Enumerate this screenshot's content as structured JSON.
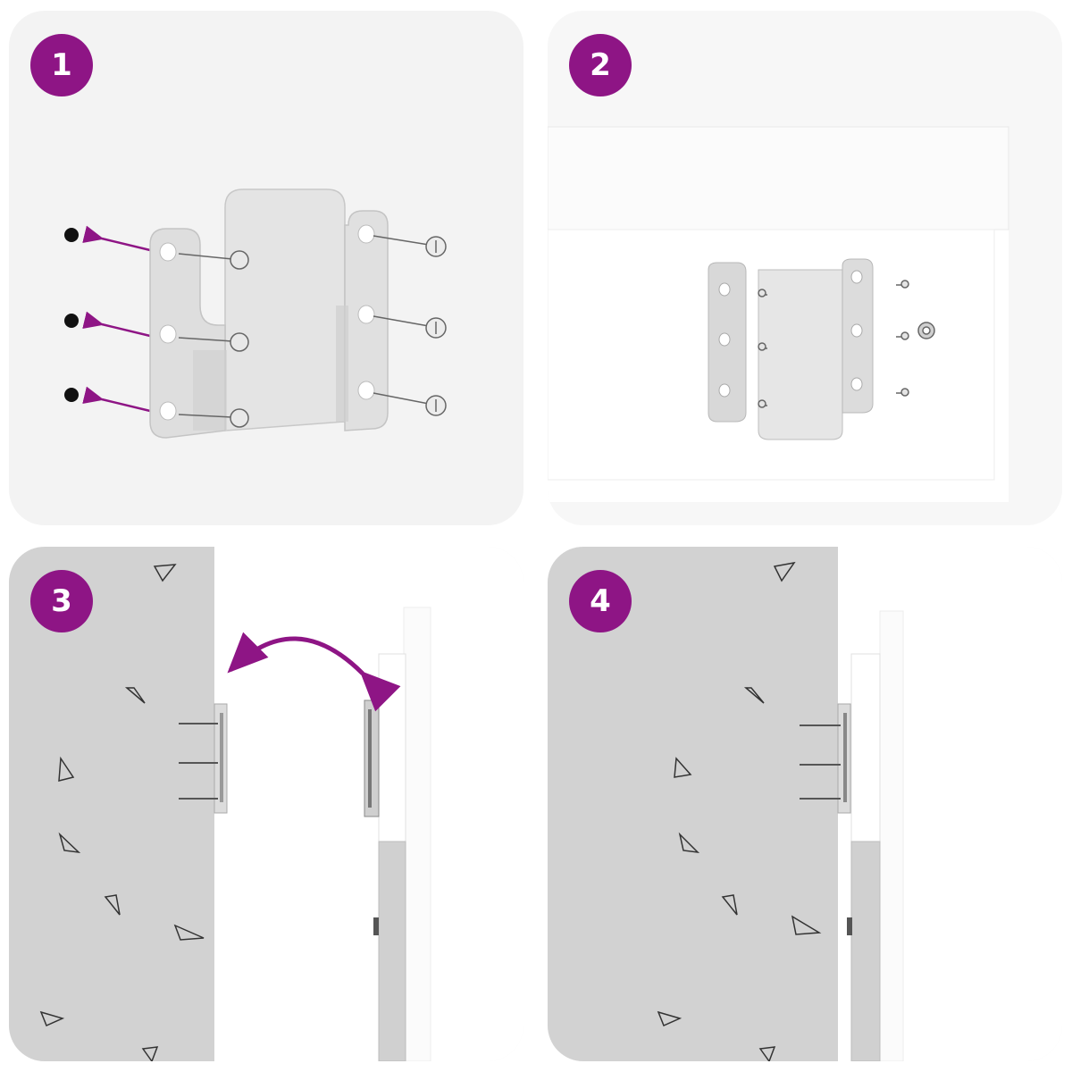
{
  "colors": {
    "accent": "#8e1585",
    "wall": "#d2d2d2",
    "board": "#ffffff",
    "metal": "#dcdcdc",
    "panel_bg": "#f3f3f3"
  },
  "icons": {
    "step_badge": "circle-badge",
    "arrow": "arrow-icon",
    "double_arrow": "double-arrow-icon",
    "screw": "screw-icon",
    "bracket": "bracket-icon",
    "mark": "triangle-mark-icon"
  },
  "steps": [
    {
      "number": "1"
    },
    {
      "number": "2"
    },
    {
      "number": "3"
    },
    {
      "number": "4"
    }
  ]
}
